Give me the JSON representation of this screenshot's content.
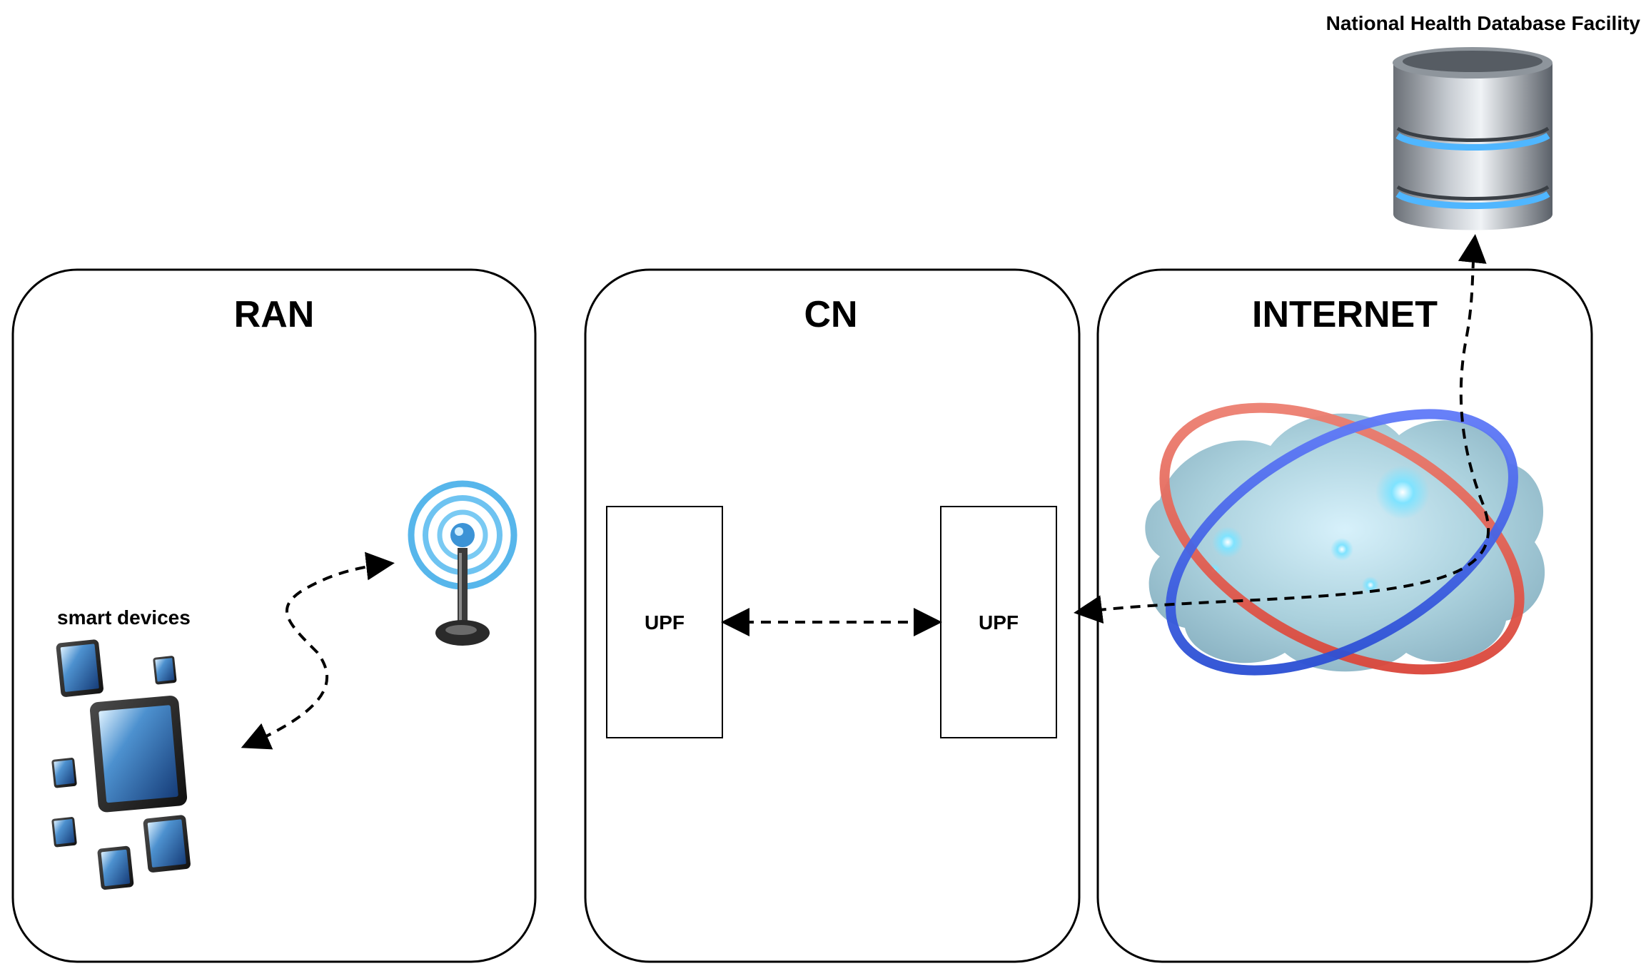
{
  "zones": {
    "ran": {
      "title": "RAN"
    },
    "cn": {
      "title": "CN"
    },
    "internet": {
      "title": "INTERNET"
    }
  },
  "labels": {
    "smart_devices": "smart devices",
    "database": "National Health Database Facility"
  },
  "upf": {
    "left": "UPF",
    "right": "UPF"
  },
  "icons": [
    "tablet-icon",
    "antenna-icon",
    "internet-cloud-icon",
    "database-icon"
  ],
  "colors": {
    "stroke": "#000000",
    "signal_blue": "#3aa9e6",
    "orbit_red": "#e35a4e",
    "orbit_blue": "#2f5fe0",
    "db_ring": "#4fb6ff"
  }
}
